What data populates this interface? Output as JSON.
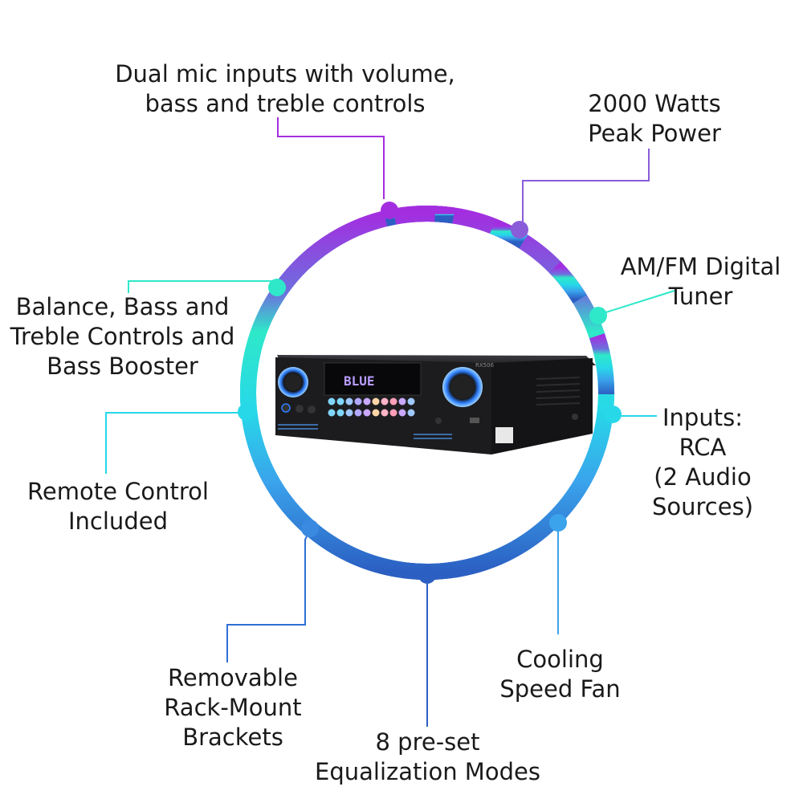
{
  "colors": {
    "top": "#a32ee0",
    "upper_right": "#8a5cd9",
    "teal": "#2ee8c9",
    "cyan": "#27d8e8",
    "sky": "#3aa3ec",
    "blue": "#2f6fd4",
    "deep_blue": "#2b5fc2",
    "text": "#1a1a1a",
    "device_body": "#1c1c1f"
  },
  "features": [
    {
      "id": "mic-inputs",
      "lines": [
        "Dual mic inputs with volume,",
        "bass and treble controls"
      ],
      "color": "#a32ee0"
    },
    {
      "id": "peak-power",
      "lines": [
        "2000 Watts",
        "Peak Power"
      ],
      "color": "#8a5cd9"
    },
    {
      "id": "tuner",
      "lines": [
        "AM/FM Digital",
        "Tuner"
      ],
      "color": "#2ee8c9"
    },
    {
      "id": "inputs",
      "lines": [
        "Inputs:",
        "RCA",
        "(2 Audio",
        "Sources)"
      ],
      "color": "#27d8e8"
    },
    {
      "id": "cooling-fan",
      "lines": [
        "Cooling",
        "Speed Fan"
      ],
      "color": "#3aa3ec"
    },
    {
      "id": "eq-modes",
      "lines": [
        "8 pre-set",
        "Equalization Modes"
      ],
      "color": "#2b5fc2"
    },
    {
      "id": "rack-brackets",
      "lines": [
        "Removable",
        "Rack-Mount",
        "Brackets"
      ],
      "color": "#2f6fd4"
    },
    {
      "id": "remote",
      "lines": [
        "Remote Control",
        "Included"
      ],
      "color": "#3aa3ec"
    },
    {
      "id": "balance-bass",
      "lines": [
        "Balance, Bass and",
        "Treble Controls and",
        "Bass Booster"
      ],
      "color": "#2ee8c9"
    }
  ],
  "device": {
    "display_text": "BLUE",
    "model_text": "RX506"
  }
}
